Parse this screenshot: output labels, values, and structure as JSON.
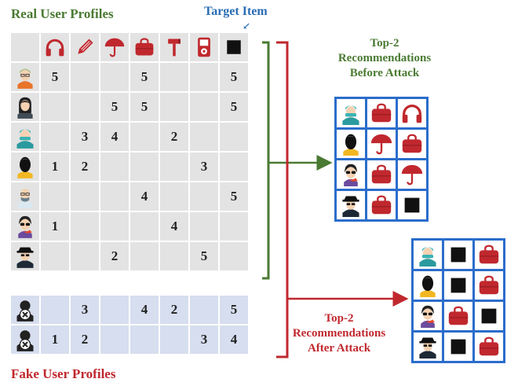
{
  "titles": {
    "real": "Real User Profiles",
    "fake": "Fake User Profiles",
    "target": "Target Item"
  },
  "items": [
    "headphones-icon",
    "pencil-icon",
    "umbrella-icon",
    "handbag-icon",
    "hammer-icon",
    "mp3-player-icon",
    "target-item-square-icon"
  ],
  "real_users": [
    {
      "avatar": "user-glasses-orange-avatar",
      "ratings": [
        "5",
        "",
        "",
        "5",
        "",
        "",
        "5"
      ]
    },
    {
      "avatar": "user-woman-dark-hair-avatar",
      "ratings": [
        "",
        "",
        "5",
        "5",
        "",
        "",
        "5"
      ]
    },
    {
      "avatar": "user-nurse-teal-avatar",
      "ratings": [
        "",
        "3",
        "4",
        "",
        "2",
        "",
        ""
      ]
    },
    {
      "avatar": "user-silhouette-yellow-avatar",
      "ratings": [
        "1",
        "2",
        "",
        "",
        "",
        "3",
        ""
      ]
    },
    {
      "avatar": "user-bald-glasses-avatar",
      "ratings": [
        "",
        "",
        "",
        "4",
        "",
        "",
        "5"
      ]
    },
    {
      "avatar": "user-sunglasses-scarf-avatar",
      "ratings": [
        "1",
        "",
        "",
        "",
        "4",
        "",
        ""
      ]
    },
    {
      "avatar": "user-spy-hat-avatar",
      "ratings": [
        "",
        "",
        "2",
        "",
        "",
        "5",
        ""
      ]
    }
  ],
  "fake_users": [
    {
      "avatar": "fake-user-x-avatar",
      "ratings": [
        "",
        "3",
        "",
        "4",
        "2",
        "",
        "5"
      ]
    },
    {
      "avatar": "fake-user-x-avatar",
      "ratings": [
        "1",
        "2",
        "",
        "",
        "",
        "3",
        "4"
      ]
    }
  ],
  "rec_before": {
    "label": [
      "Top-2",
      "Recommendations",
      "Before Attack"
    ],
    "rows": [
      [
        "user-nurse-teal-avatar",
        "handbag-icon",
        "headphones-icon"
      ],
      [
        "user-silhouette-yellow-avatar",
        "umbrella-icon",
        "handbag-icon"
      ],
      [
        "user-sunglasses-scarf-avatar",
        "handbag-icon",
        "umbrella-icon"
      ],
      [
        "user-spy-hat-avatar",
        "handbag-icon",
        "target-item-square-icon"
      ]
    ]
  },
  "rec_after": {
    "label": [
      "Top-2",
      "Recommendations",
      "After Attack"
    ],
    "rows": [
      [
        "user-nurse-teal-avatar",
        "target-item-square-icon",
        "handbag-icon"
      ],
      [
        "user-silhouette-yellow-avatar",
        "target-item-square-icon",
        "handbag-icon"
      ],
      [
        "user-sunglasses-scarf-avatar",
        "handbag-icon",
        "target-item-square-icon"
      ],
      [
        "user-spy-hat-avatar",
        "target-item-square-icon",
        "handbag-icon"
      ]
    ]
  },
  "colors": {
    "red": "#c0282e",
    "green": "#4a7a32",
    "blue": "#2a6db5",
    "grid_blue": "#2b6dcc",
    "real_cell": "#e3e3e3",
    "fake_cell": "#d6deef"
  }
}
